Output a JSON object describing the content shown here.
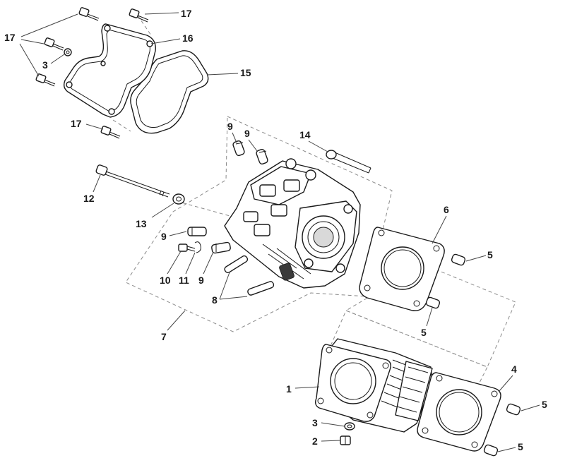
{
  "colors": {
    "line": "#1a1a1a",
    "leader": "#444444",
    "dashed_group": "#8a8a8a",
    "background": "#ffffff"
  },
  "callouts": {
    "c1": "1",
    "c2": "2",
    "c3a": "3",
    "c3b": "3",
    "c4": "4",
    "c5a": "5",
    "c5b": "5",
    "c5c": "5",
    "c5d": "5",
    "c6": "6",
    "c7": "7",
    "c8": "8",
    "c9a": "9",
    "c9b": "9",
    "c9c": "9",
    "c9d": "9",
    "c10": "10",
    "c11": "11",
    "c12": "12",
    "c13": "13",
    "c14": "14",
    "c15": "15",
    "c16": "16",
    "c17a": "17",
    "c17b": "17",
    "c17c": "17"
  }
}
